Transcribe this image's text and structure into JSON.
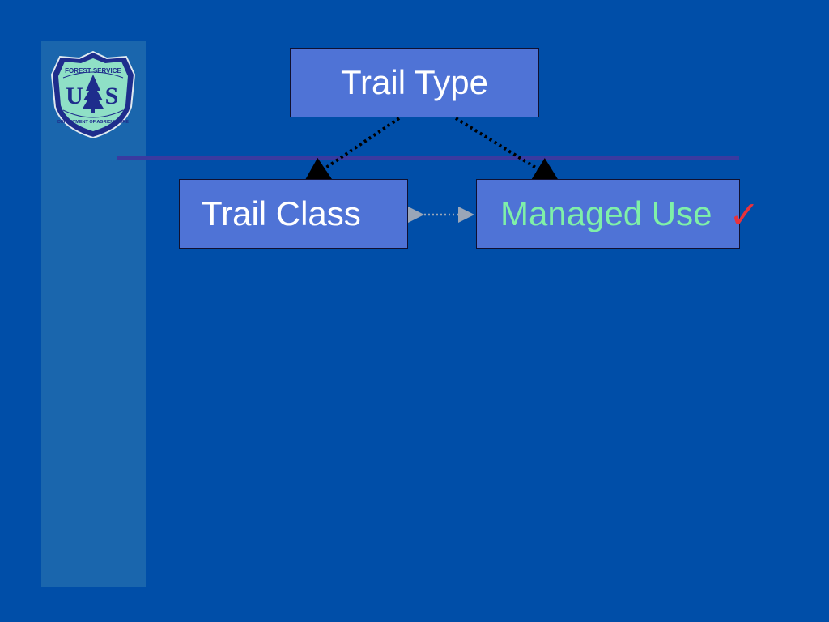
{
  "logo": {
    "top_text": "FOREST SERVICE",
    "letters_left": "U",
    "letters_right": "S",
    "bottom_text": "DEPARTMENT OF AGRICULTURE"
  },
  "diagram": {
    "top_node": "Trail Type",
    "left_node": "Trail Class",
    "right_node": "Managed Use"
  },
  "colors": {
    "background": "#004ea8",
    "box_fill": "#4f73d6",
    "highlight_text": "#7ff0a8",
    "check": "#e8323c"
  },
  "icons": {
    "check": "✓"
  }
}
